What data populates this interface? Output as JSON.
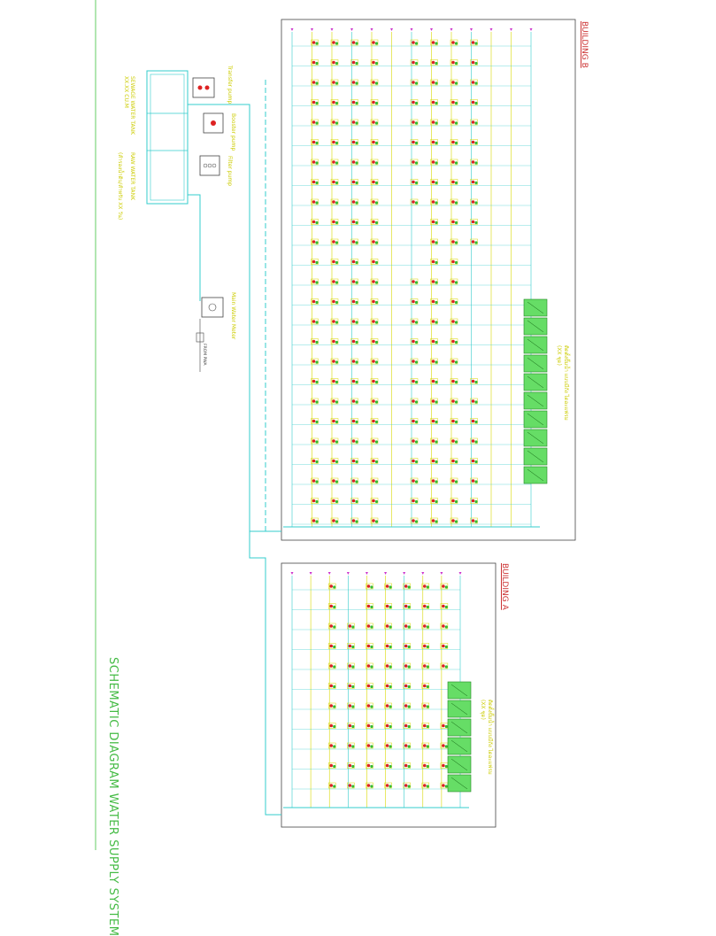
{
  "drawing": {
    "title": "SCHEMATIC DIAGRAM WATER SUPPLY SYSTEM",
    "building_a_label": "BUILDING A",
    "building_b_label": "BUILDING B"
  },
  "plant_room": {
    "sewage_tank_label": "SEWAGE WATER TANK",
    "sewage_tank_sub": "XX.XX CU.M",
    "raw_water_tank_label": "RAW WATER TANK",
    "raw_water_tank_sub": "(สำรองน้ำดิบ/สำหรับ XX วัน)",
    "filter_pump_label": "Filter pump",
    "booster_pump_label": "Booster pump",
    "transfer_pump_label": "Transfer pump",
    "meter_label": "Main Water Meter",
    "pwa_label": "FROM PWA"
  },
  "building_b": {
    "booster_note": "ติดตั้งปั๊มน้ำ แบบมีถัง ไดอะแฟรม",
    "booster_note_sub": "(XX ชุด)"
  },
  "building_a": {
    "booster_note": "ติดตั้งปั๊มน้ำ แบบมีถัง ไดอะแฟรม",
    "booster_note_sub": "(XX ชุด)"
  },
  "colors": {
    "border": "#444444",
    "pipe_cyan": "#33cccc",
    "annot_yellow": "#d8d800",
    "fixture_red": "#dd2222",
    "fixture_green": "#33bb33",
    "tank_green": "#66dd66",
    "title_green": "#44bb44",
    "label_red": "#cc3333",
    "riser_magenta": "#cc33cc"
  }
}
